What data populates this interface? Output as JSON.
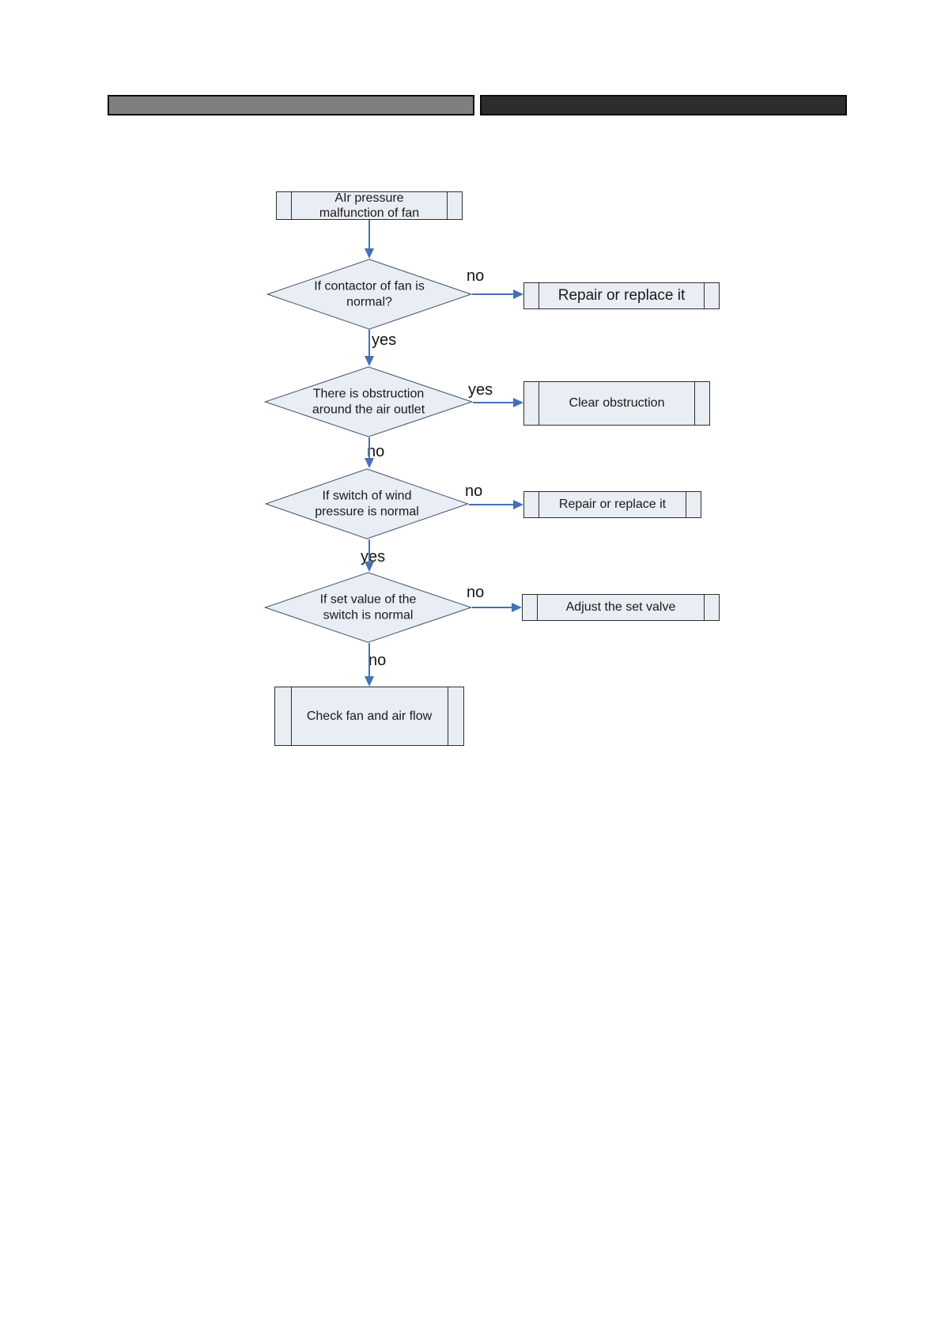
{
  "colors": {
    "header_left_bar": "#7f7f7f",
    "header_right_bar": "#2d2d2d",
    "shape_fill": "#e9edf4",
    "box_border": "#2f2f2f",
    "diamond_border": "#44546a",
    "arrow": "#4472b4",
    "text": "#1a1a1a"
  },
  "flowchart": {
    "nodes": {
      "start": "AIr pressure malfunction of fan",
      "d1": "If contactor of fan is normal?",
      "repair1": "Repair or replace it",
      "d2": "There is obstruction around the air outlet",
      "clear": "Clear obstruction",
      "d3": "If switch of wind pressure is normal",
      "repair2": "Repair or replace it",
      "d4": "If set value of the switch is normal",
      "adjust": "Adjust the set valve",
      "check": "Check fan and air flow"
    },
    "edge_labels": {
      "d1_no": "no",
      "d1_yes": "yes",
      "d2_yes": "yes",
      "d2_no": "no",
      "d3_no": "no",
      "d3_yes": "yes",
      "d4_no_right": "no",
      "d4_no_down": "no"
    }
  }
}
